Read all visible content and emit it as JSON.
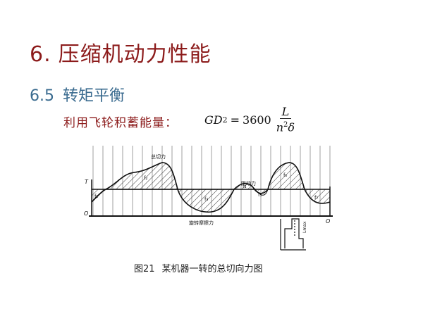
{
  "slide": {
    "title_number": "6.",
    "title_text": "压缩机动力性能",
    "subtitle_number": "6.5",
    "subtitle_text": "转矩平衡",
    "body_label": "利用飞轮积蓄能量：",
    "formula": {
      "lhs": "GD",
      "lhs_exp": "2",
      "equals": "=",
      "coef": "3600",
      "numerator": "L",
      "denominator_base": "n",
      "denominator_exp": "2",
      "denominator_tail": "δ"
    }
  },
  "figure": {
    "labels": {
      "total": "总切力",
      "resist": "阻动力",
      "rotating": "旋转摩擦力",
      "T": "T",
      "O_left": "O",
      "O_right": "O",
      "f1": "f₁",
      "f2": "f₂",
      "f3": "f₃",
      "f4": "f₄",
      "f5": "f₅",
      "f6": "f₆",
      "f7": "f₇",
      "Lmax": "Lmax"
    },
    "caption_number": "图21",
    "caption_text": "某机器一转的总切向力图"
  }
}
